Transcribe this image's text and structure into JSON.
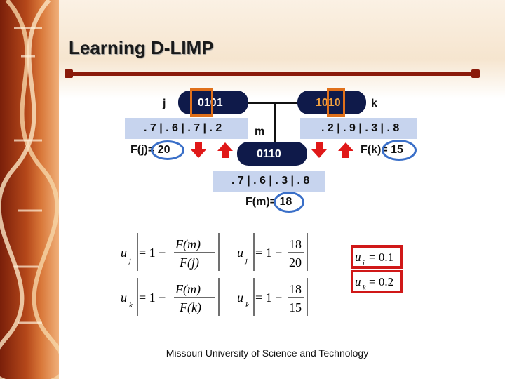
{
  "slide": {
    "title": "Learning D-LIMP",
    "footer": "Missouri University of Science and Technology"
  },
  "diagram": {
    "parent_j": {
      "label": "j",
      "genome": "0101",
      "probs": ". 7 | . 6 | . 7 | . 2",
      "fitness": "F(j)= 20"
    },
    "parent_k": {
      "label": "k",
      "genome": "1010",
      "probs": ". 2 | . 9 | . 3 | . 8",
      "fitness": "F(k)= 15"
    },
    "child_m": {
      "label": "m",
      "genome": "0110",
      "probs": ". 7 | . 6 | . 3 | . 8",
      "fitness": "F(m)= 18"
    }
  },
  "equations": {
    "general_j": {
      "lhs": "u",
      "sub": "j",
      "eq": "= 1 −",
      "num": "F(m)",
      "den": "F(j)"
    },
    "general_k": {
      "lhs": "u",
      "sub": "k",
      "eq": "= 1 −",
      "num": "F(m)",
      "den": "F(k)"
    },
    "numeric_j": {
      "lhs": "u",
      "sub": "j",
      "eq": "= 1 −",
      "num": "18",
      "den": "20"
    },
    "numeric_k": {
      "lhs": "u",
      "sub": "k",
      "eq": "= 1 −",
      "num": "18",
      "den": "15"
    },
    "result_j": {
      "lhs": "u",
      "sub": "i",
      "rhs": "= 0.1"
    },
    "result_k": {
      "lhs": "u",
      "sub": "k",
      "rhs": "= 0.2"
    }
  },
  "colors": {
    "pill": "#0f1a4a",
    "band": "#c7d4ee",
    "highlight": "#e0701a",
    "oval": "#3a6fc8",
    "arrow": "#e01818",
    "redbox": "#d01818"
  }
}
